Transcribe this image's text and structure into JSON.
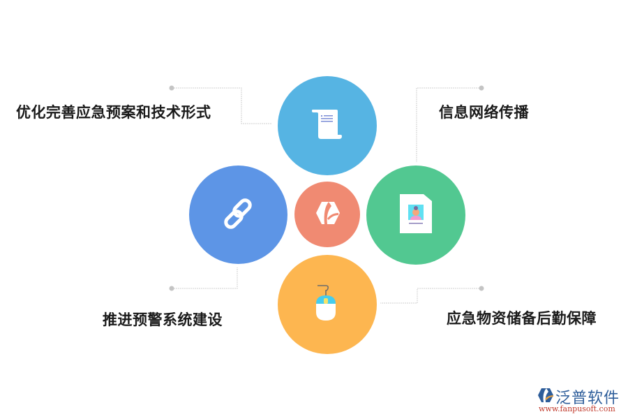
{
  "diagram": {
    "center": {
      "name": "center-logo",
      "color": "#f08a72"
    },
    "nodes": [
      {
        "id": "top",
        "label": "优化完善应急预案和技术形式",
        "icon": "scroll-icon",
        "color": "#56b4e3"
      },
      {
        "id": "right",
        "label": "信息网络传播",
        "icon": "profile-document-icon",
        "color": "#52c891"
      },
      {
        "id": "left",
        "label": "推进预警系统建设",
        "icon": "chain-link-icon",
        "color": "#5d95e6"
      },
      {
        "id": "bottom",
        "label": "应急物资储备后勤保障",
        "icon": "computer-mouse-icon",
        "color": "#fdb650"
      }
    ],
    "connector_color": "#cccccc"
  },
  "watermark": {
    "brand": "泛普软件",
    "url": "www.fanpusoft.com"
  }
}
